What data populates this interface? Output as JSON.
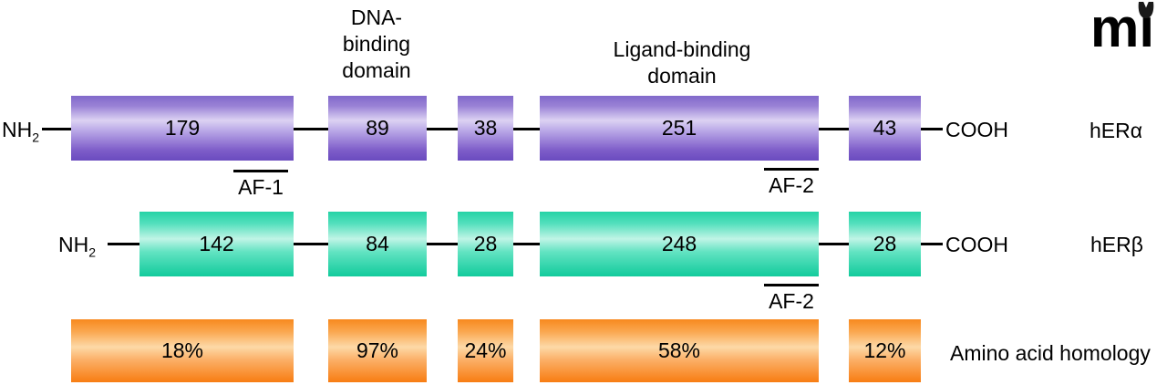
{
  "labels": {
    "dna_domain": {
      "lines": [
        "DNA-",
        "binding",
        "domain"
      ]
    },
    "ligand_domain": {
      "lines": [
        "Ligand-binding",
        "domain"
      ]
    }
  },
  "logo": {
    "text": "mı",
    "mark": "crown-icon"
  },
  "rows": {
    "alpha": {
      "row_label": "hERα",
      "n_terminus": "NH",
      "n_terminus_sub": "2",
      "c_terminus": "COOH",
      "domains": [
        "179",
        "89",
        "38",
        "251",
        "43"
      ],
      "af1_label": "AF-1",
      "af2_label": "AF-2"
    },
    "beta": {
      "row_label": "hERβ",
      "n_terminus": "NH",
      "n_terminus_sub": "2",
      "c_terminus": "COOH",
      "domains": [
        "142",
        "84",
        "28",
        "248",
        "28"
      ],
      "af2_label": "AF-2"
    },
    "homology": {
      "row_label": "Amino acid homology",
      "values": [
        "18%",
        "97%",
        "24%",
        "58%",
        "12%"
      ]
    }
  },
  "colors": {
    "alpha_domain": "#8a6fd0",
    "beta_domain": "#25d2a6",
    "homology_domain": "#f8891e",
    "line": "#000000"
  }
}
